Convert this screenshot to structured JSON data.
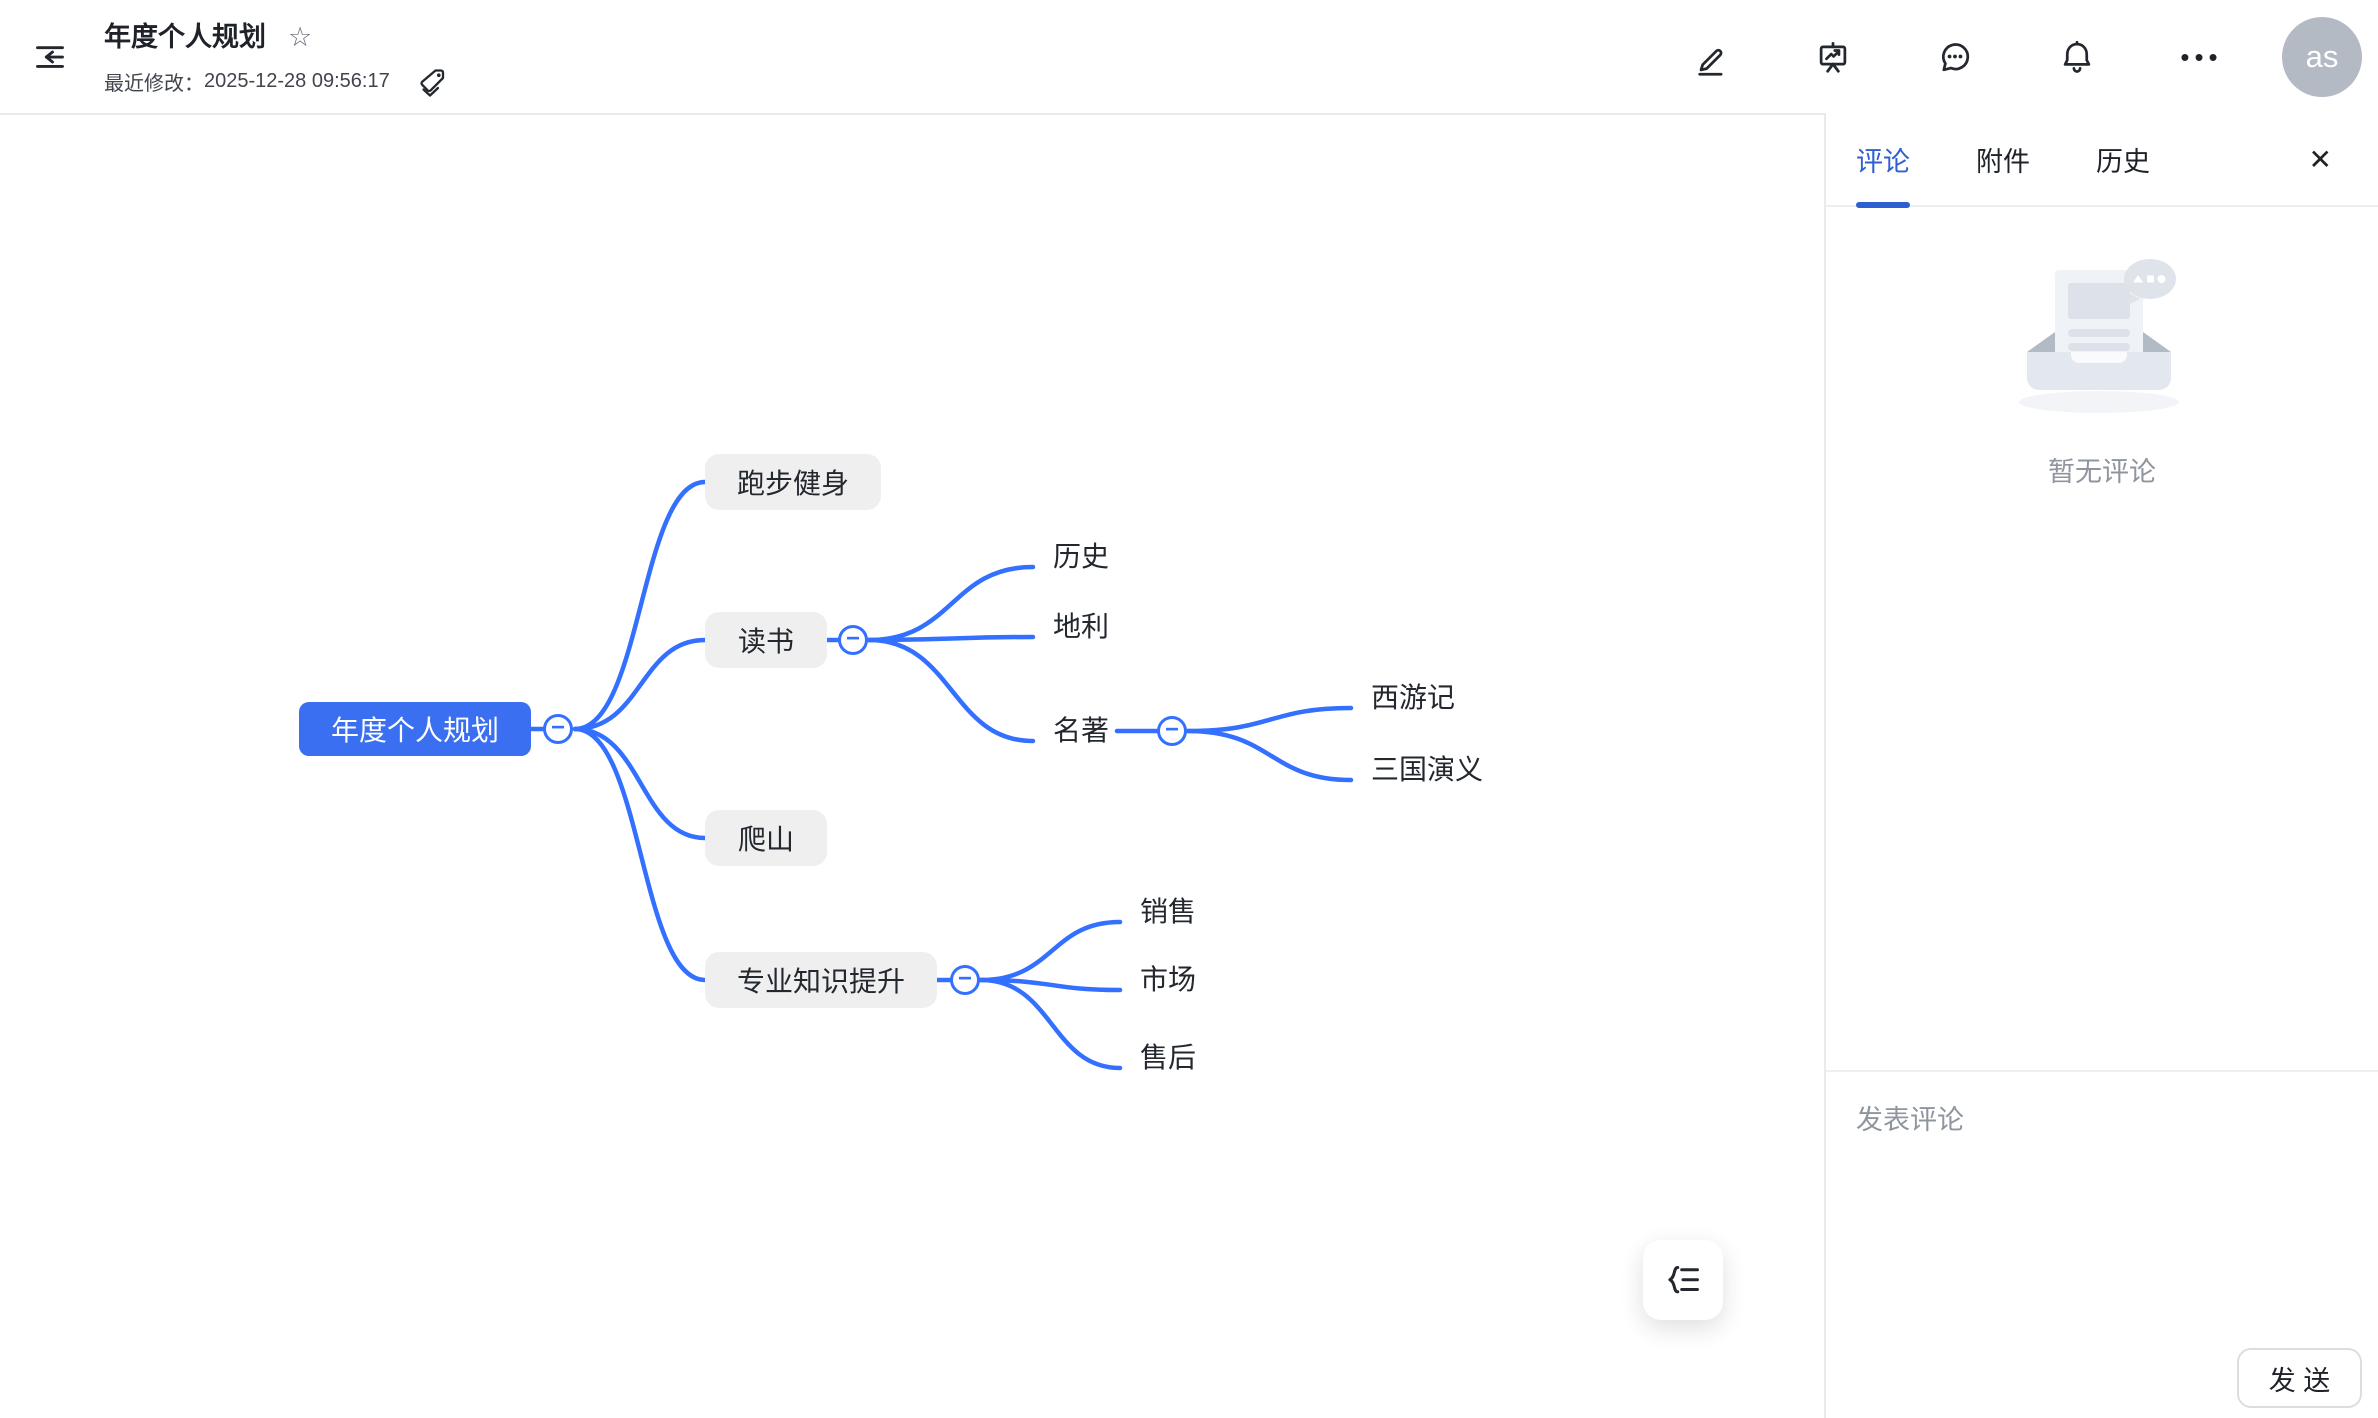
{
  "header": {
    "title": "年度个人规划",
    "modified_label": "最近修改：",
    "modified_time": "2025-12-28 09:56:17",
    "avatar_text": "as"
  },
  "panel": {
    "tabs": [
      {
        "label": "评论",
        "active": true
      },
      {
        "label": "附件",
        "active": false
      },
      {
        "label": "历史",
        "active": false
      }
    ],
    "empty_text": "暂无评论",
    "comment_placeholder": "发表评论",
    "send_label": "发 送"
  },
  "mindmap": {
    "root": {
      "label": "年度个人规划"
    },
    "children": [
      {
        "label": "跑步健身"
      },
      {
        "label": "读书",
        "children": [
          {
            "label": "历史"
          },
          {
            "label": "地利"
          },
          {
            "label": "名著",
            "children": [
              {
                "label": "西游记"
              },
              {
                "label": "三国演义"
              }
            ]
          }
        ]
      },
      {
        "label": "爬山"
      },
      {
        "label": "专业知识提升",
        "children": [
          {
            "label": "销售"
          },
          {
            "label": "市场"
          },
          {
            "label": "售后"
          }
        ]
      }
    ]
  },
  "icons": {
    "star": "☆",
    "close": "✕",
    "more": "•••",
    "minus": "−"
  },
  "colors": {
    "accent": "#3370ff",
    "tab_active": "#2e5fd0",
    "root_node_bg": "#3a6ff2",
    "branch_node_bg": "#efefef",
    "text": "#1f2329",
    "muted_text": "#8f959e",
    "divider": "#e9eaec",
    "avatar_bg": "#b4bac4"
  }
}
